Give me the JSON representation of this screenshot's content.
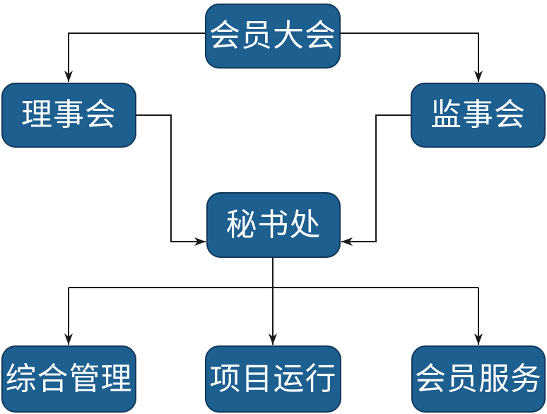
{
  "diagram": {
    "type": "org-chart",
    "colors": {
      "node_fill": "#1D5F8F",
      "node_border": "#11395B",
      "node_text": "#FFFFFF",
      "connector": "#1A1A1A",
      "background": "#FFFFFF"
    },
    "nodes": {
      "member_assembly": {
        "label": "会员大会"
      },
      "board_of_directors": {
        "label": "理事会"
      },
      "board_of_supervisors": {
        "label": "监事会"
      },
      "secretariat": {
        "label": "秘书处"
      },
      "general_management": {
        "label": "综合管理"
      },
      "project_operation": {
        "label": "项目运行"
      },
      "member_services": {
        "label": "会员服务"
      }
    },
    "edges": [
      {
        "from": "member_assembly",
        "to": "board_of_directors",
        "style": "elbow-arrow"
      },
      {
        "from": "member_assembly",
        "to": "board_of_supervisors",
        "style": "elbow-arrow"
      },
      {
        "from": "board_of_directors",
        "to": "secretariat",
        "style": "elbow-arrow"
      },
      {
        "from": "board_of_supervisors",
        "to": "secretariat",
        "style": "elbow-arrow"
      },
      {
        "from": "secretariat",
        "to": "general_management",
        "style": "elbow-arrow"
      },
      {
        "from": "secretariat",
        "to": "project_operation",
        "style": "elbow-arrow"
      },
      {
        "from": "secretariat",
        "to": "member_services",
        "style": "elbow-arrow"
      }
    ]
  }
}
